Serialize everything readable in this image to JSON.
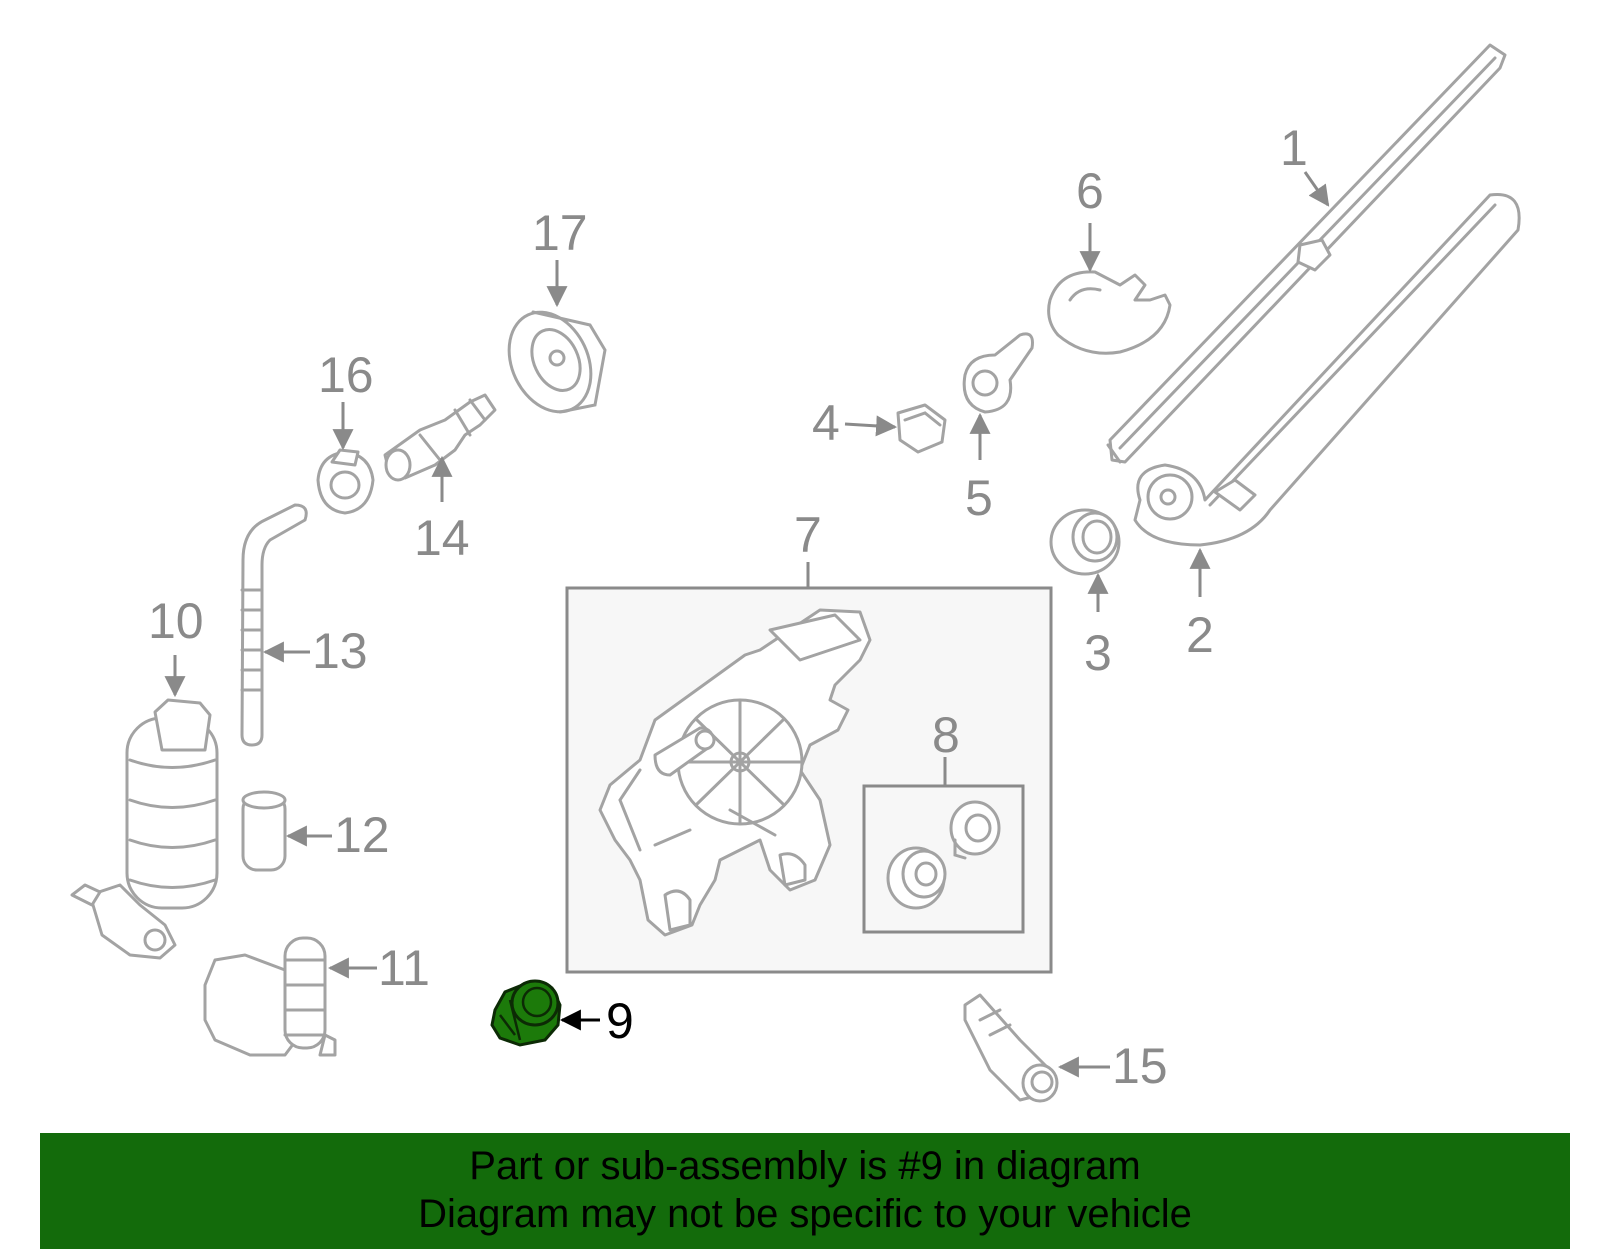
{
  "callouts": [
    {
      "id": "1",
      "label": "1"
    },
    {
      "id": "2",
      "label": "2"
    },
    {
      "id": "3",
      "label": "3"
    },
    {
      "id": "4",
      "label": "4"
    },
    {
      "id": "5",
      "label": "5"
    },
    {
      "id": "6",
      "label": "6"
    },
    {
      "id": "7",
      "label": "7"
    },
    {
      "id": "8",
      "label": "8"
    },
    {
      "id": "9",
      "label": "9"
    },
    {
      "id": "10",
      "label": "10"
    },
    {
      "id": "11",
      "label": "11"
    },
    {
      "id": "12",
      "label": "12"
    },
    {
      "id": "13",
      "label": "13"
    },
    {
      "id": "14",
      "label": "14"
    },
    {
      "id": "15",
      "label": "15"
    },
    {
      "id": "16",
      "label": "16"
    },
    {
      "id": "17",
      "label": "17"
    }
  ],
  "highlighted_part": "9",
  "colors": {
    "highlight_part": "#1c7a0a",
    "banner_background": "#136b0b",
    "part_outline": "#a3a3a3",
    "callout_text": "#8a8a8a"
  },
  "banner": {
    "line1": "Part or sub-assembly is #9 in diagram",
    "line2": "Diagram may not be specific to your vehicle"
  }
}
